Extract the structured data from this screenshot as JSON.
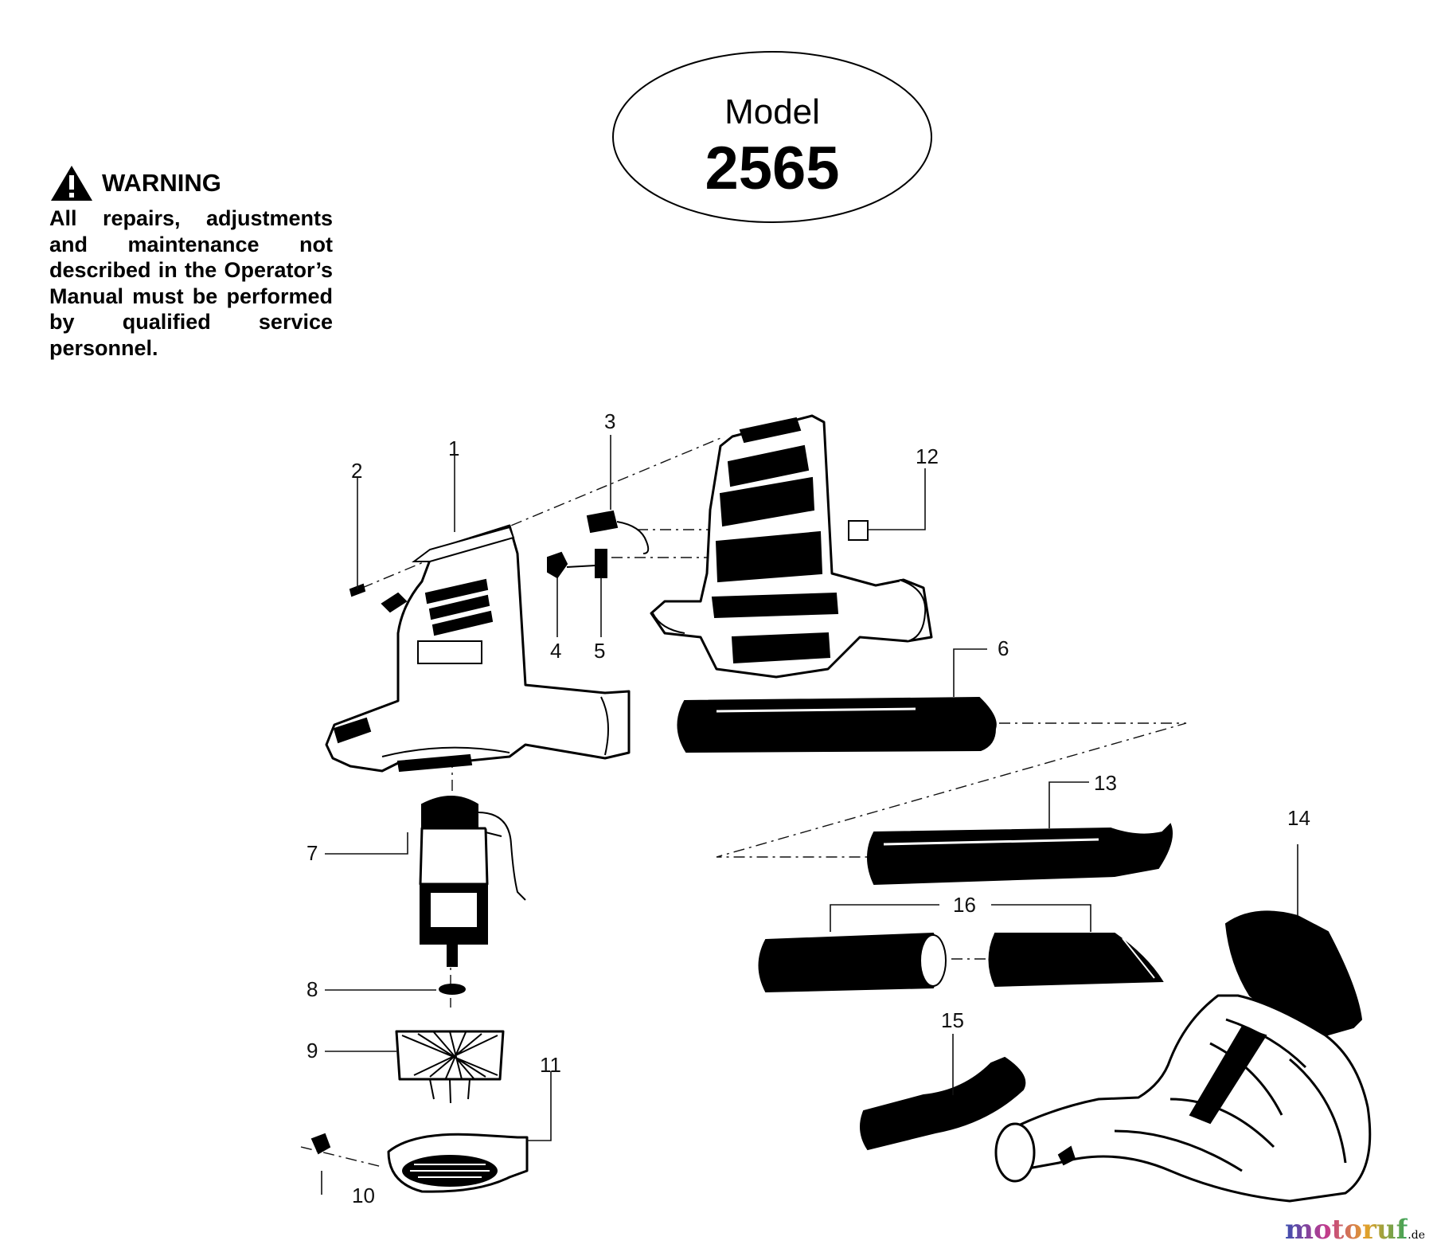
{
  "model": {
    "label": "Model",
    "number": "2565"
  },
  "warning": {
    "title": "WARNING",
    "body": "All repairs, adjustments and maintenance not described in the Operator’s Manual must be performed by qualified service personnel."
  },
  "callouts": [
    "1",
    "2",
    "3",
    "4",
    "5",
    "6",
    "7",
    "8",
    "9",
    "10",
    "11",
    "12",
    "13",
    "14",
    "15",
    "16"
  ],
  "watermark": {
    "brand": "motoruf",
    "suffix": ".de"
  }
}
